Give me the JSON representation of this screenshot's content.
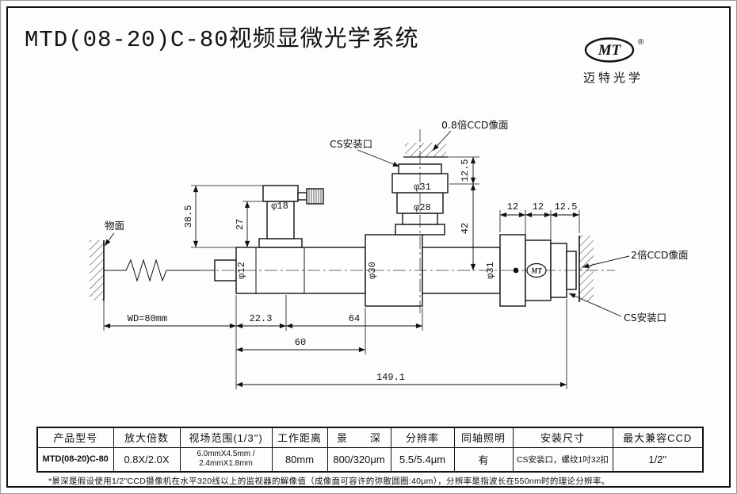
{
  "title": "MTD(08-20)C-80视频显微光学系统",
  "logo": {
    "mark": "MT",
    "registered": "®",
    "company": "迈特光学"
  },
  "drawing": {
    "labels": {
      "object_plane": "物面",
      "wd": "WD=80mm",
      "cs_mount_top": "CS安装口",
      "ccd_plane_08x": "0.8倍CCD像面",
      "ccd_plane_2x": "2倍CCD像面",
      "cs_mount_right": "CS安装口",
      "mt_mark": "MT"
    },
    "dims": {
      "d38_5": "38.5",
      "d27": "27",
      "phi18": "φ18",
      "phi12": "φ12",
      "d12_5_tower": "12.5",
      "phi31_tower": "φ31",
      "phi28": "φ28",
      "d42": "42",
      "phi30": "φ30",
      "phi31_right": "φ31",
      "d12_a": "12",
      "d12_b": "12",
      "d12_5_right": "12.5",
      "d22_3": "22.3",
      "d64": "64",
      "d60": "60",
      "d149_1": "149.1"
    }
  },
  "table": {
    "headers": [
      "产品型号",
      "放大倍数",
      "视场范围(1/3\")",
      "工作距离",
      "景　　深",
      "分辨率",
      "同轴照明",
      "安装尺寸",
      "最大兼容CCD"
    ],
    "row": {
      "model": "MTD(08-20)C-80",
      "magnification": "0.8X/2.0X",
      "fov": "6.0mmX4.5mm /\n2.4mmX1.8mm",
      "working_distance": "80mm",
      "dof": "800/320μm",
      "resolution": "5.5/5.4μm",
      "coaxial": "有",
      "mount": "CS安装口，螺纹1吋32扣",
      "max_ccd": "1/2\""
    }
  },
  "footnote": "*景深是假设使用1/2\"CCD摄像机在水平320线以上的监视器的解像值（成像面可容许的弥散圆圈:40μm），分辨率是指波长在550nm时的理论分辨率。"
}
